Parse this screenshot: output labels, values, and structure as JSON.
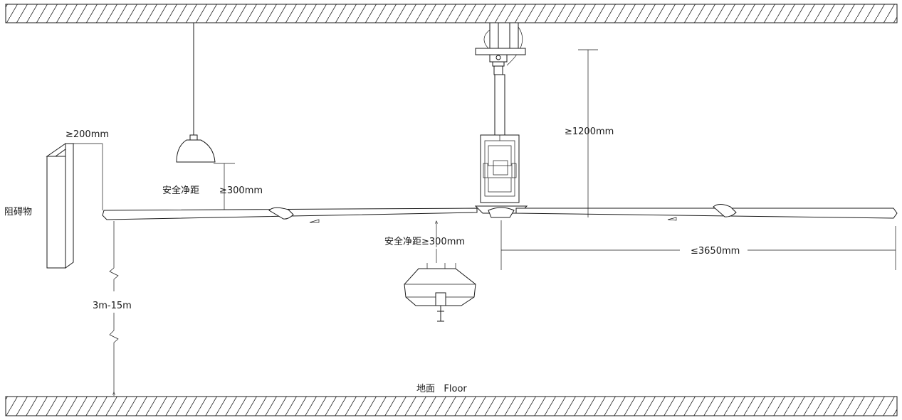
{
  "labels": {
    "obstacle": "阻碍物",
    "obstacle_clearance": "≥200mm",
    "lamp_clearance_label": "安全净距",
    "lamp_clearance_value": "≥300mm",
    "top_clearance": "≥1200mm",
    "bottom_clearance": "安全净距≥300mm",
    "blade_radius": "≤3650mm",
    "height_range": "3m-15m",
    "floor": "地面   Floor"
  }
}
